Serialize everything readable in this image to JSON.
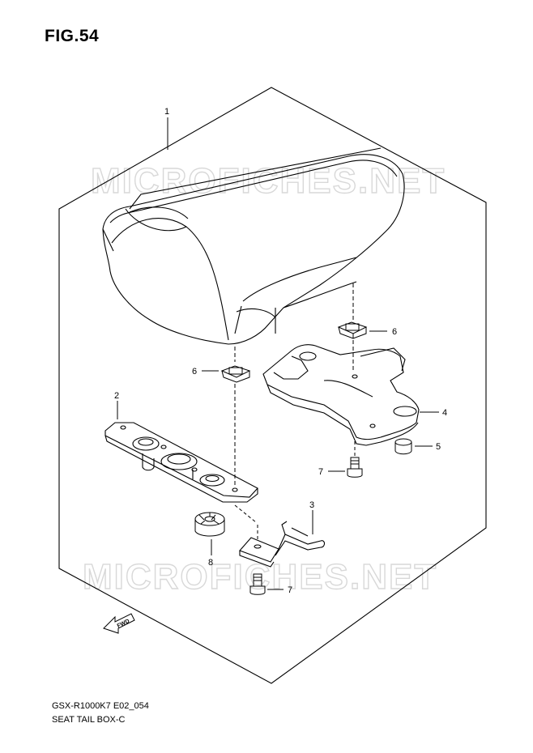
{
  "figure": {
    "title": "FIG.54",
    "model_code": "GSX-R1000K7 E02_054",
    "section_name": "SEAT TAIL BOX-C"
  },
  "watermark": {
    "text": "MICROFICHES.NET"
  },
  "orientation_badge": {
    "text": "FWD"
  },
  "callouts": [
    {
      "id": "c1",
      "number": "1"
    },
    {
      "id": "c2",
      "number": "2"
    },
    {
      "id": "c3",
      "number": "3"
    },
    {
      "id": "c4",
      "number": "4"
    },
    {
      "id": "c5",
      "number": "5"
    },
    {
      "id": "c6a",
      "number": "6"
    },
    {
      "id": "c6b",
      "number": "6"
    },
    {
      "id": "c7a",
      "number": "7"
    },
    {
      "id": "c7b",
      "number": "7"
    },
    {
      "id": "c8",
      "number": "8"
    }
  ],
  "colors": {
    "line": "#000000",
    "watermark": "#d8d8d8",
    "background": "#ffffff"
  }
}
